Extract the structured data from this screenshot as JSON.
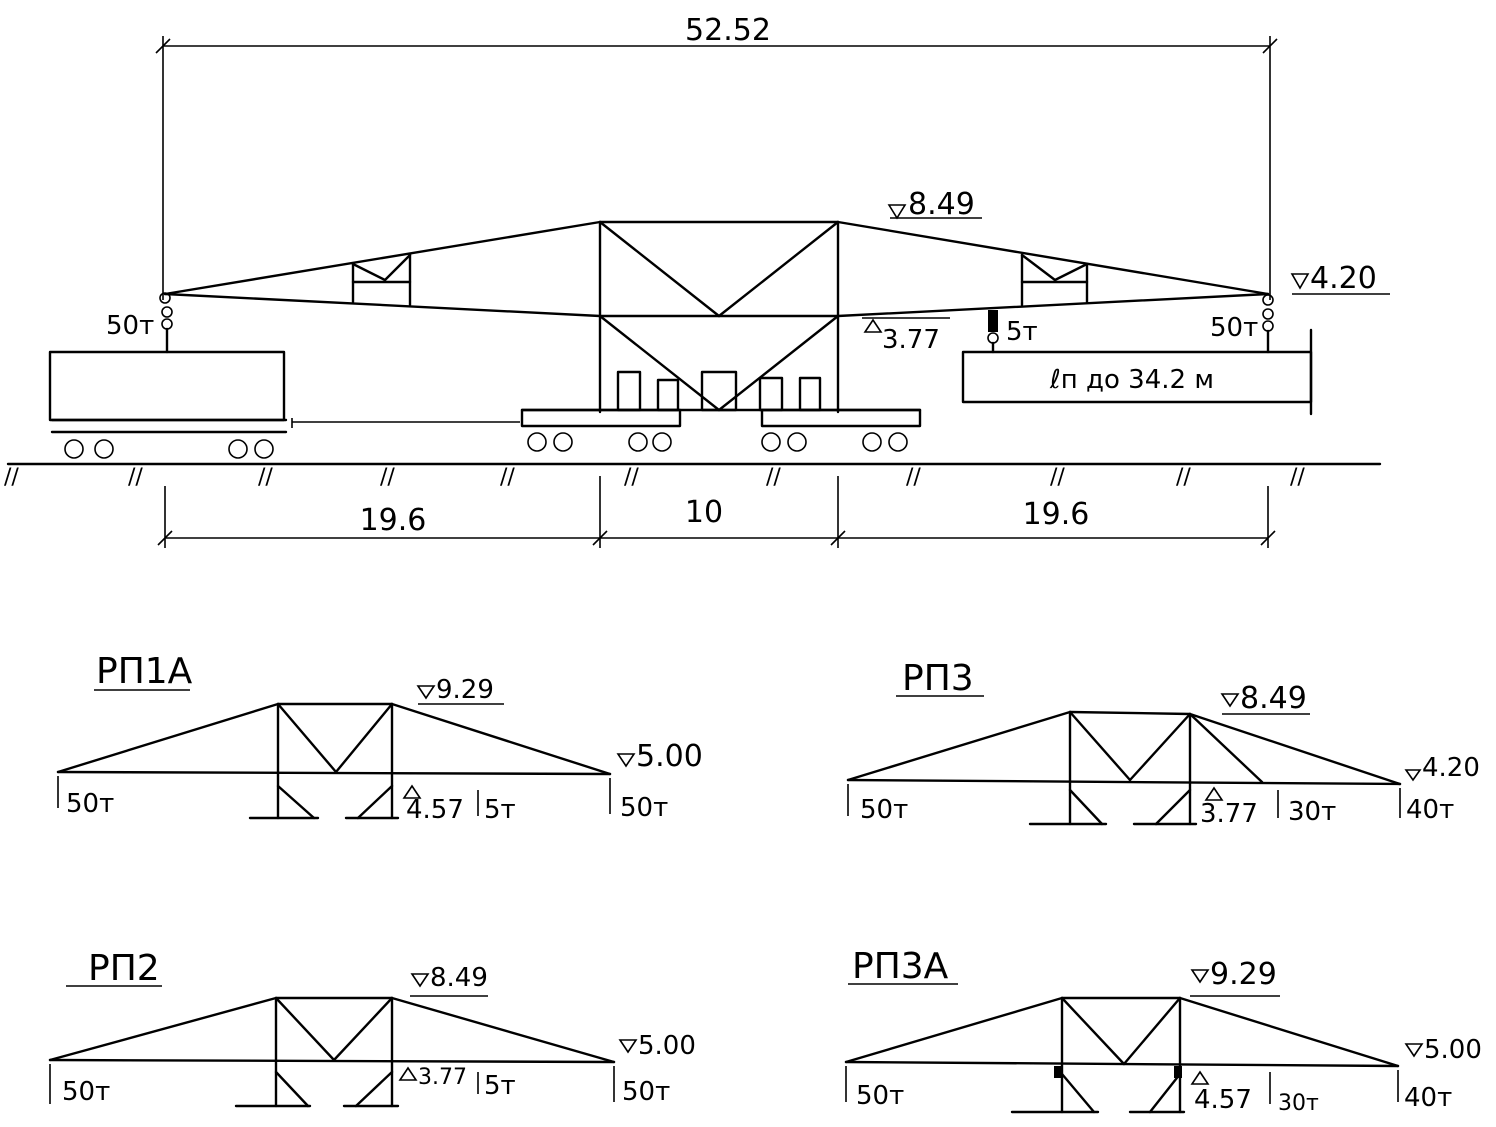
{
  "main": {
    "overall_span": "52.52",
    "top_elev": "8.49",
    "right_elev": "4.20",
    "support_elev": "3.77",
    "load_left": "50т",
    "load_mid": "5т",
    "load_right": "50т",
    "beam_text": "ℓп до  34.2 м",
    "seg_left": "19.6",
    "seg_mid": "10",
    "seg_right": "19.6"
  },
  "schemes": [
    {
      "title": "РП1А",
      "top_elev": "9.29",
      "end_elev": "5.00",
      "support_elev": "4.57",
      "load_left": "50т",
      "load_mid": "5т",
      "load_right": "50т"
    },
    {
      "title": "РП3",
      "top_elev": "8.49",
      "end_elev": "4.20",
      "support_elev": "3.77",
      "load_left": "50т",
      "load_mid": "30т",
      "load_right": "40т"
    },
    {
      "title": "РП2",
      "top_elev": "8.49",
      "end_elev": "5.00",
      "support_elev": "3.77",
      "load_left": "50т",
      "load_mid": "5т",
      "load_right": "50т"
    },
    {
      "title": "РП3А",
      "top_elev": "9.29",
      "end_elev": "5.00",
      "support_elev": "4.57",
      "load_left": "50т",
      "load_mid": "30т",
      "load_right": "40т"
    }
  ]
}
